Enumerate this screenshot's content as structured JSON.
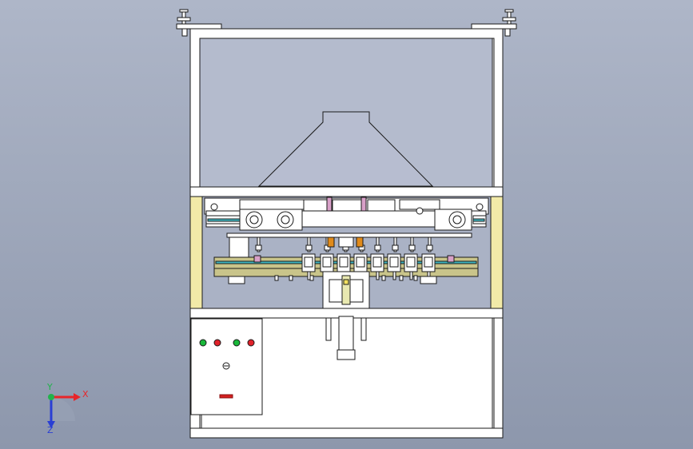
{
  "viewport": {
    "background_top": "#aeb6c8",
    "background_bottom": "#8d97ac"
  },
  "triad": {
    "x_label": "X",
    "y_label": "Y",
    "z_label": "Z",
    "x_color": "#e8252a",
    "y_color": "#22b24c",
    "z_color": "#2a3fd4"
  },
  "colors": {
    "frame": "#ffffff",
    "outline": "#1a1a1a",
    "hopper": "#b7bdd0",
    "side_post": "#f2eaa8",
    "rail": "#c9c48a",
    "rail_track": "#3fb6c0",
    "lamp_green": "#19b83a",
    "lamp_red": "#e0222a",
    "switch_red": "#d42020",
    "orange_part": "#e08a1a",
    "pink_part": "#d8a0c8"
  },
  "control_panel": {
    "lamps": [
      "green",
      "red",
      "green",
      "red"
    ]
  }
}
